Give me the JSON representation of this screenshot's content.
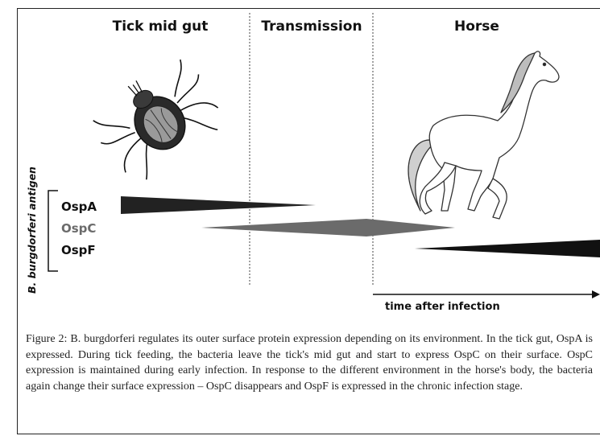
{
  "stages": [
    "Tick mid gut",
    "Transmission",
    "Horse"
  ],
  "y_label": "B. burgdorferi antigen",
  "proteins": [
    {
      "name": "OspA",
      "color": "#111111"
    },
    {
      "name": "OspC",
      "color": "#6b6b6b"
    },
    {
      "name": "OspF",
      "color": "#111111"
    }
  ],
  "x_axis_label": "time after infection",
  "icons": [
    "tick-icon",
    "horse-icon"
  ],
  "caption": "Figure 2: B. burgdorferi regulates its outer surface protein expression depending on its environment. In the tick gut, OspA is expressed. During tick feeding, the bacteria leave the tick's mid gut and start to express OspC on their surface. OspC expression is maintained during early infection. In response to the different environment in the horse's body, the bacteria again change their surface expression – OspC disappears and OspF is expressed in the chronic infection stage."
}
